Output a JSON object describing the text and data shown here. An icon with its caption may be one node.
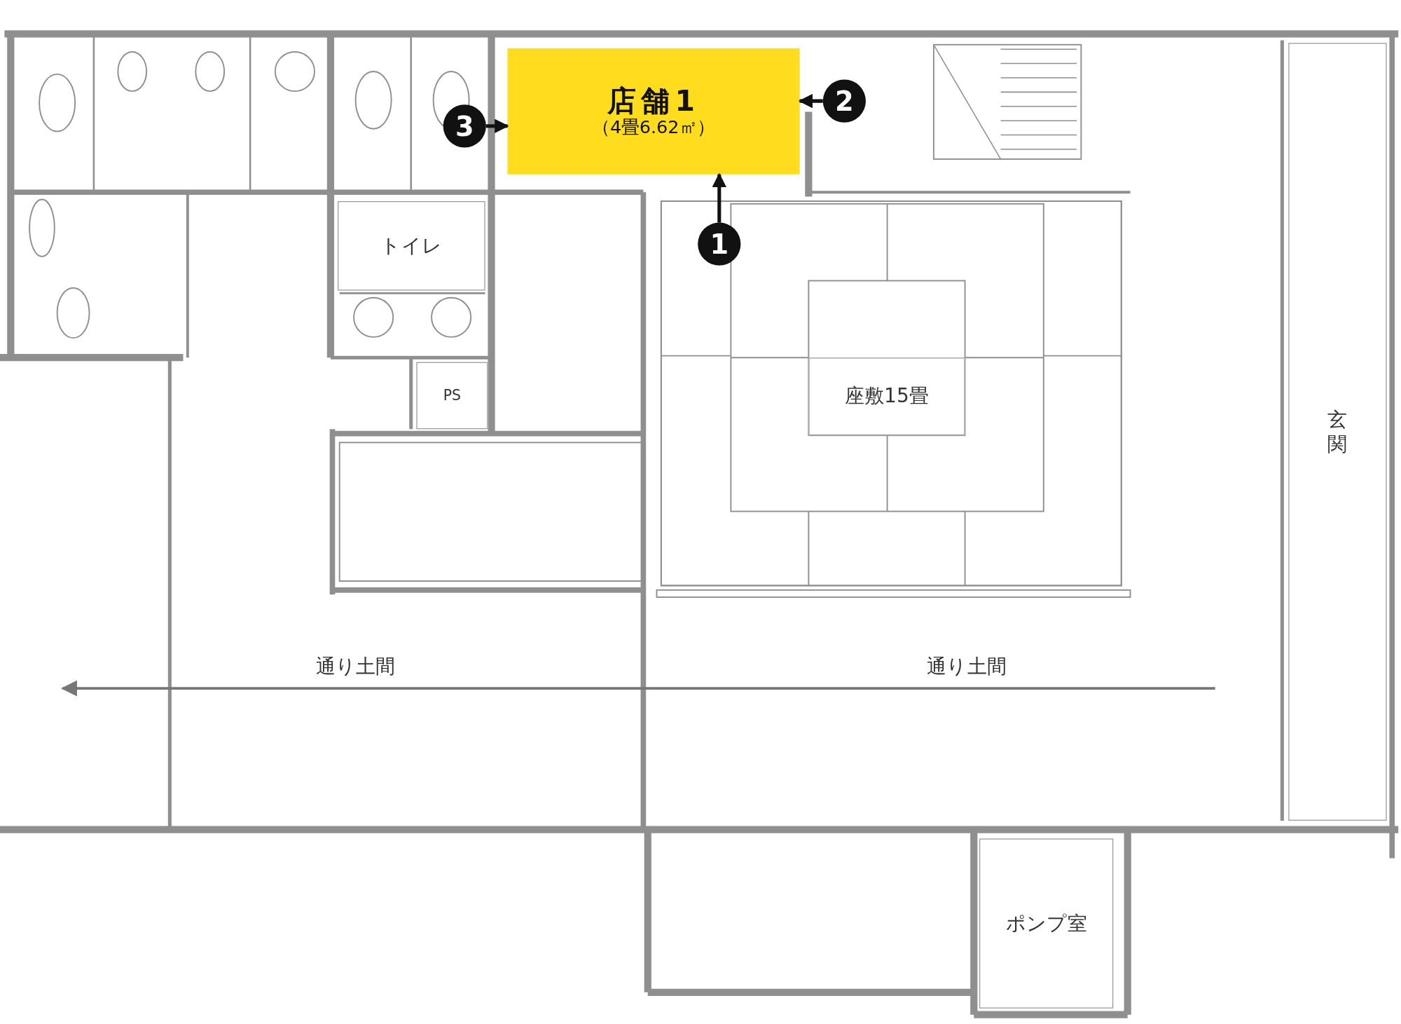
{
  "diagram": {
    "nodes": [
      {
        "text": [
          "店舗1",
          "（4畳6.62㎡）"
        ]
      },
      {
        "text": [
          "3"
        ]
      },
      {
        "text": [
          "2"
        ]
      },
      {
        "text": [
          "1"
        ]
      },
      {
        "text": [
          "トイレ"
        ]
      },
      {
        "text": [
          "PS"
        ]
      },
      {
        "text": [
          "座敷15畳"
        ]
      },
      {
        "text": [
          "玄関"
        ]
      },
      {
        "text": [
          "ポンプ室"
        ]
      }
    ],
    "edges": [
      {
        "from": 3,
        "to": 0,
        "arrow": "to"
      },
      {
        "from": 2,
        "to": 0,
        "arrow": "to"
      },
      {
        "from": 1,
        "to": 0,
        "arrow": "to"
      }
    ],
    "labels": [
      "通り土間",
      "通り土間"
    ]
  }
}
